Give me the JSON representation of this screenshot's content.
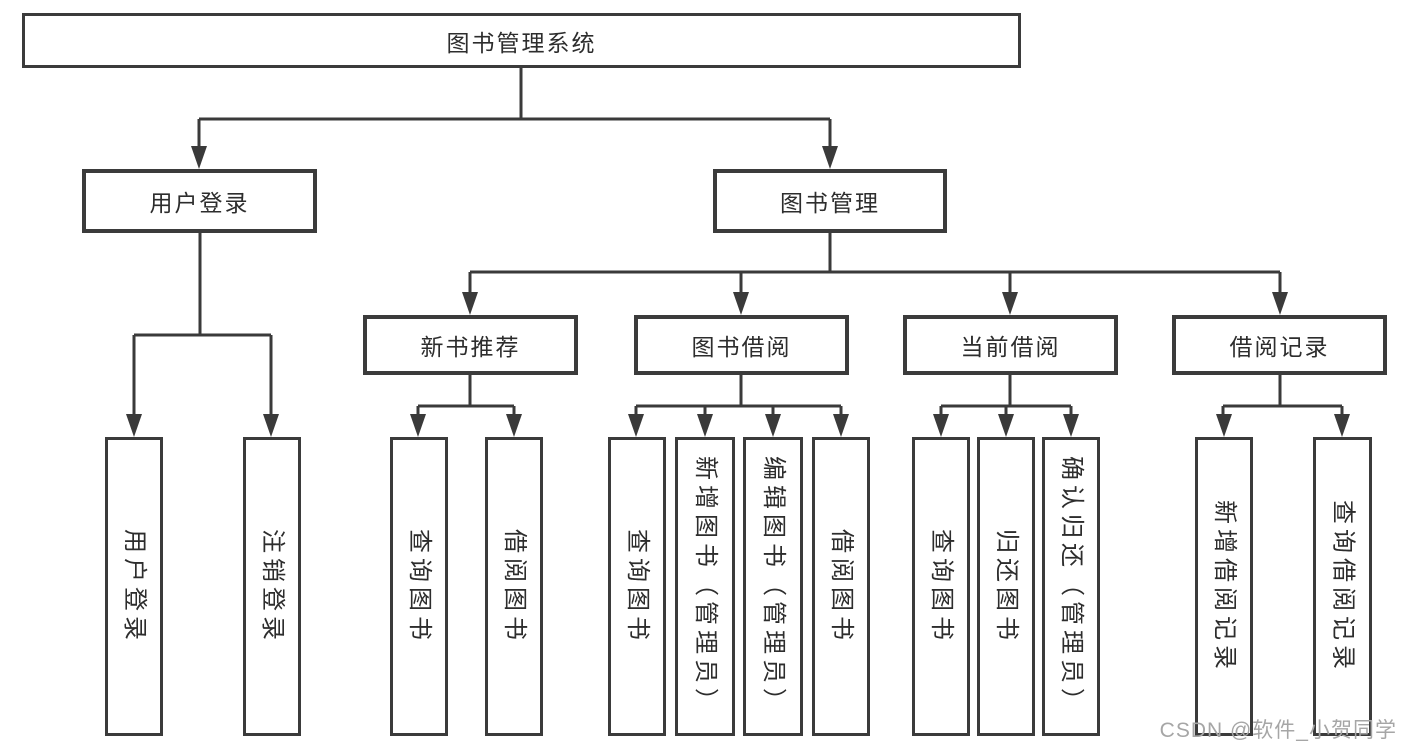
{
  "diagram": {
    "root": {
      "label": "图书管理系统"
    },
    "level2": [
      {
        "label": "用户登录"
      },
      {
        "label": "图书管理"
      }
    ],
    "level3": [
      {
        "label": "新书推荐"
      },
      {
        "label": "图书借阅"
      },
      {
        "label": "当前借阅"
      },
      {
        "label": "借阅记录"
      }
    ],
    "leaves": {
      "user_login": [
        "用户登录",
        "注销登录"
      ],
      "new_book_recommend": [
        "查询图书",
        "借阅图书"
      ],
      "book_borrowing": [
        "查询图书",
        "新增图书（管理员）",
        "编辑图书（管理员）",
        "借阅图书"
      ],
      "current_borrowing": [
        "查询图书",
        "归还图书",
        "确认归还（管理员）"
      ],
      "borrowing_records": [
        "新增借阅记录",
        "查询借阅记录"
      ]
    },
    "watermark": "CSDN @软件_小贺同学",
    "colors": {
      "background": "#ffffff",
      "border": "#3b3b3b",
      "line": "#3a3a3a",
      "text": "#2d2d2d",
      "watermark": "#a6a6a6"
    }
  }
}
